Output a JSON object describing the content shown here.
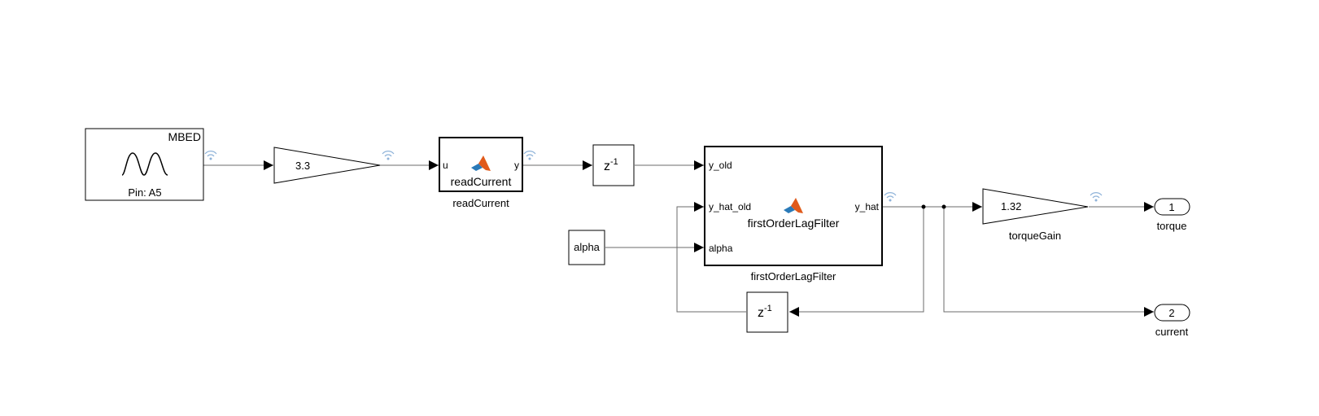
{
  "colors": {
    "wire": "#6b6b6b",
    "block_border": "#000000",
    "brand_text": "#1a1ad6",
    "signal_logging": "#8fb3d9",
    "matlab_orange": "#e05a1c",
    "matlab_blue": "#2a7ab8"
  },
  "blocks": {
    "analog_in": {
      "brand": "MBED",
      "pin_label": "Pin: A5",
      "icon": "sine-wave-icon"
    },
    "gain_input": {
      "value": "3.3"
    },
    "read_current": {
      "inner_title": "readCurrent",
      "name": "readCurrent",
      "in_port": "u",
      "out_port": "y",
      "icon": "matlab-logo-icon"
    },
    "delay_top": {
      "symbol": "z",
      "exponent": "-1"
    },
    "filter": {
      "inner_title": "firstOrderLagFilter",
      "name": "firstOrderLagFilter",
      "ports_in": [
        "y_old",
        "y_hat_old",
        "alpha"
      ],
      "port_out": "y_hat",
      "icon": "matlab-logo-icon"
    },
    "alpha_const": {
      "value": "alpha"
    },
    "delay_bottom": {
      "symbol": "z",
      "exponent": "-1"
    },
    "torque_gain": {
      "value": "1.32",
      "name": "torqueGain"
    },
    "out_torque": {
      "number": "1",
      "name": "torque"
    },
    "out_current": {
      "number": "2",
      "name": "current"
    }
  }
}
